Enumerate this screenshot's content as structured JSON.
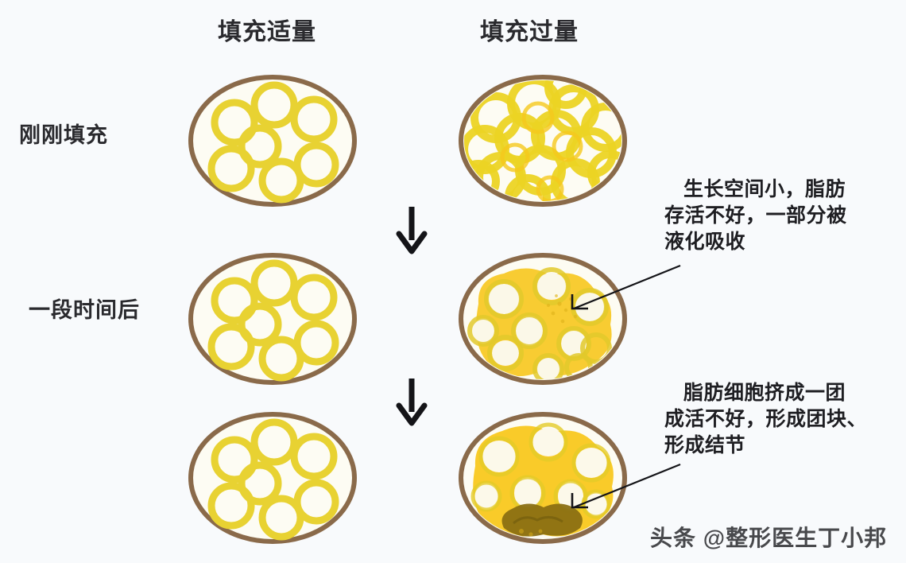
{
  "diagram": {
    "background_color": "#f8fafc",
    "columns": [
      {
        "id": "left",
        "label": "填充适量"
      },
      {
        "id": "right",
        "label": "填充过量"
      }
    ],
    "rows": [
      {
        "id": "row-0",
        "label": "刚刚填充"
      },
      {
        "id": "row-1",
        "label": "一段时间后"
      },
      {
        "id": "row-2",
        "label": ""
      }
    ],
    "colors": {
      "cell_border": "#8a6a4a",
      "cell_fill": "#fdfcf3",
      "fat_ring": "#e8d232",
      "fat_ring_light": "#f2e68a",
      "fat_solid": "#f7c325",
      "nodule": "#8a6f12",
      "arrow": "#141418",
      "text": "#2a2a2e"
    },
    "flow_arrows": [
      {
        "id": "flow-arrow-0",
        "glyph": "down-arrow"
      },
      {
        "id": "flow-arrow-1",
        "glyph": "down-arrow"
      }
    ],
    "annotations": [
      {
        "id": "annotation-0",
        "text": "生长空间小，脂肪\n存活不好，一部分被\n液化吸收",
        "points_to": "cell-right-1"
      },
      {
        "id": "annotation-1",
        "text": "脂肪细胞挤成一团\n成活不好，形成团块、\n形成结节",
        "points_to": "cell-right-2"
      }
    ],
    "cells": {
      "left_normal": {
        "description": "七个独立排列的黄色脂肪细胞环",
        "ring_count": 7
      },
      "right_overfilled": {
        "description": "大量脂肪细胞环拥挤重叠填满整个空间",
        "ring_count": 15
      },
      "right_liquefied": {
        "description": "部分脂肪细胞融合成实心块，部分被液化吸收",
        "ring_count": 12
      },
      "right_nodule": {
        "description": "脂肪细胞挤成一团形成深色团块与结节",
        "ring_count": 10
      }
    }
  },
  "watermark": {
    "text": "头条 @整形医生丁小邦"
  }
}
